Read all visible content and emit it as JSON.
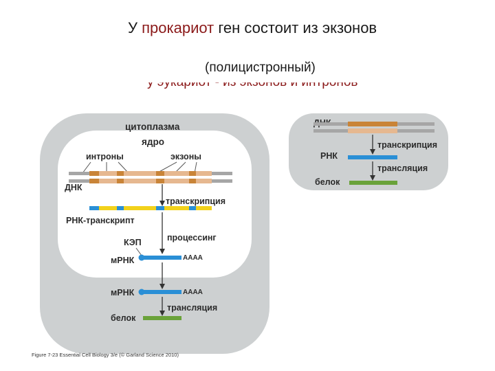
{
  "heading": {
    "prefix": "У",
    "accent": "прокариот",
    "rest": "ген состоит  из экзонов",
    "subtitle": "(полицистронный)",
    "cut_line": "у эукариот - из экзонов и интронов"
  },
  "eukaryote": {
    "cytoplasm": "цитоплазма",
    "nucleus": "ядро",
    "introns": "интроны",
    "exons": "экзоны",
    "dna": "ДНК",
    "transcription": "транскрипция",
    "rna_transcript": "РНК-транскрипт",
    "cap": "КЭП",
    "processing": "процессинг",
    "mrna_1": "мРНК",
    "polya_1": "AAAA",
    "mrna_2": "мРНК",
    "polya_2": "AAAA",
    "translation": "трансляция",
    "protein": "белок"
  },
  "prokaryote": {
    "dna": "ДНК",
    "transcription": "транскрипция",
    "rna": "РНК",
    "translation": "трансляция",
    "protein": "белок"
  },
  "credit": "Figure 7-23  Essential Cell Biology 3/e (© Garland Science 2010)",
  "colors": {
    "cell": "#cdd0d1",
    "nucleus": "#ffffff",
    "dna_gray": "#a6a6a6",
    "exon": "#e6b890",
    "intron": "#c98438",
    "rna_blue": "#2a8fd6",
    "rna_yellow": "#f2d21b",
    "protein_green": "#6aa23a"
  }
}
